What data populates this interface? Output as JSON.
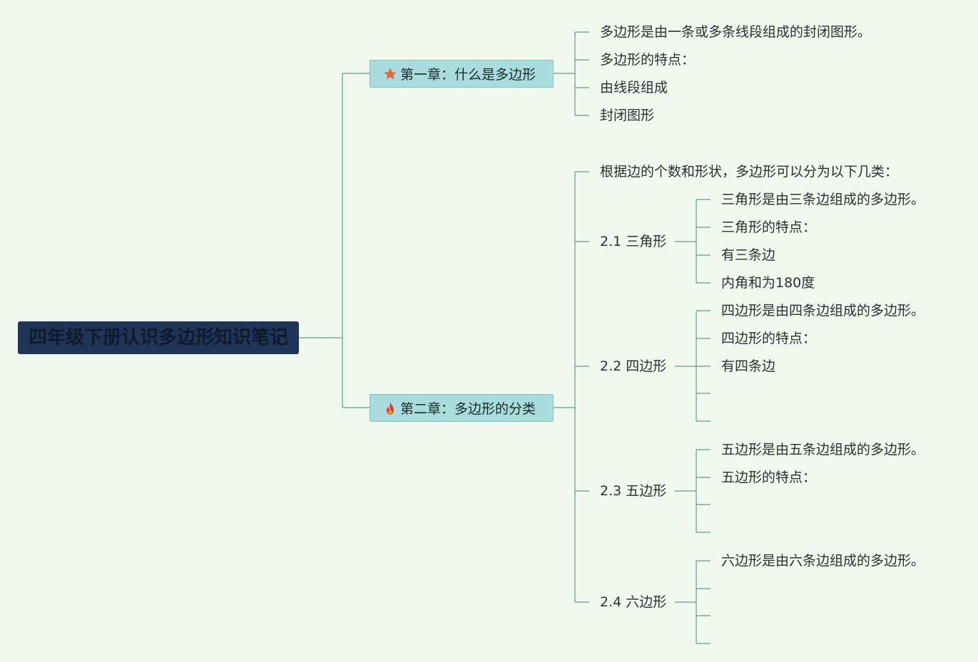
{
  "root": {
    "title": "四年级下册认识多边形知识笔记"
  },
  "chapter1": {
    "title": "第一章：什么是多边形",
    "icon": "star-icon",
    "items": [
      "多边形是由一条或多条线段组成的封闭图形。",
      "多边形的特点：",
      "由线段组成",
      "封闭图形"
    ]
  },
  "chapter2": {
    "title": "第二章：多边形的分类",
    "icon": "fire-icon",
    "intro": "根据边的个数和形状，多边形可以分为以下几类：",
    "sections": [
      {
        "title": "2.1 三角形",
        "items": [
          "三角形是由三条边组成的多边形。",
          "三角形的特点：",
          "有三条边",
          "内角和为180度"
        ]
      },
      {
        "title": "2.2 四边形",
        "items": [
          "四边形是由四条边组成的多边形。",
          "四边形的特点：",
          "有四条边",
          "",
          ""
        ]
      },
      {
        "title": "2.3 五边形",
        "items": [
          "五边形是由五条边组成的多边形。",
          "五边形的特点：",
          "",
          ""
        ]
      },
      {
        "title": "2.4 六边形",
        "items": [
          "六边形是由六条边组成的多边形。",
          "",
          "",
          ""
        ]
      }
    ]
  },
  "colors": {
    "background": "#f1f9ef",
    "root_fill": "#1f3557",
    "chapter_fill": "#a9dcdc",
    "line": "#5f9a8c",
    "star": "#e8663a",
    "fire": "#e23b2e"
  }
}
